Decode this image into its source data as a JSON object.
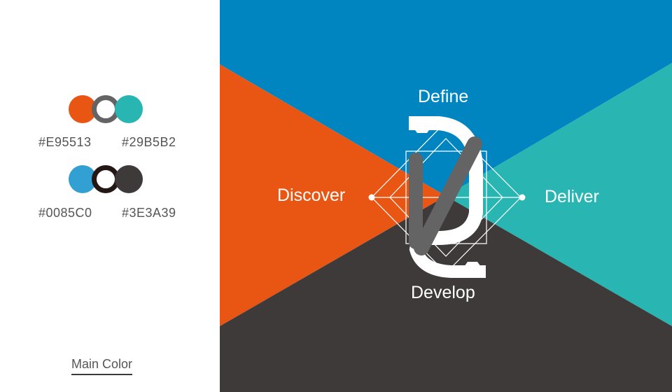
{
  "palette": {
    "caption": "Main Color",
    "row1": {
      "left_color": "#E95513",
      "ring_color": "#646464",
      "right_color": "#29B5B2",
      "label_left": "#E95513",
      "label_right": "#29B5B2"
    },
    "row2": {
      "left_color": "#33A0D4",
      "ring_color": "#231815",
      "right_color": "#3E3A39",
      "label_left": "#0085C0",
      "label_right": "#3E3A39"
    }
  },
  "diagram": {
    "phases": {
      "top": "Define",
      "left": "Discover",
      "right": "Deliver",
      "bottom": "Develop"
    },
    "colors": {
      "blue": "#0085C0",
      "orange": "#E95513",
      "teal": "#29B5B2",
      "dark": "#3E3A39",
      "logo_gray": "#646464"
    }
  }
}
